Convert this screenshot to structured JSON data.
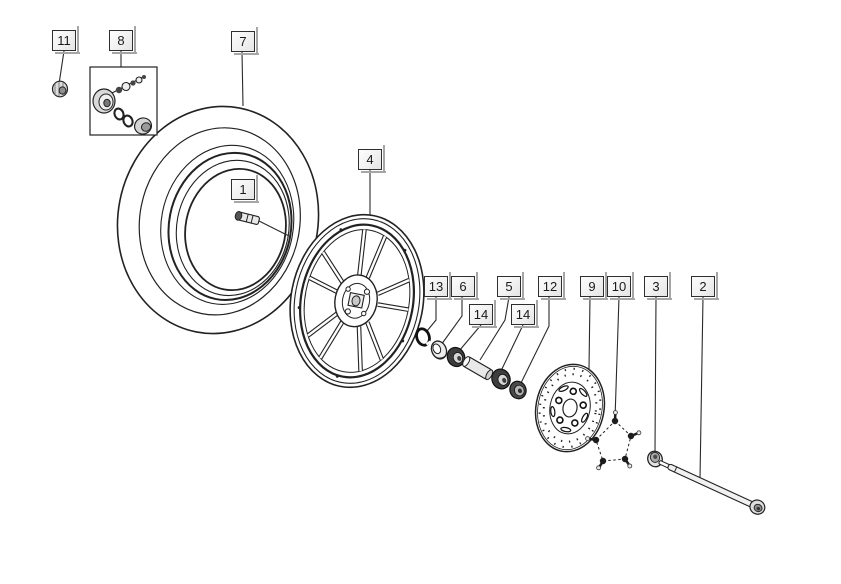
{
  "figure": {
    "colors": {
      "background": "#ffffff",
      "line": "#222222",
      "label_box_fill": "#f1f1f1",
      "label_box_border": "#2f2f2f",
      "label_box_shadow": "#a6a6a6"
    },
    "callouts": [
      {
        "label": "11"
      },
      {
        "label": "8"
      },
      {
        "label": "7"
      },
      {
        "label": "1"
      },
      {
        "label": "4"
      },
      {
        "label": "13"
      },
      {
        "label": "6"
      },
      {
        "label": "5"
      },
      {
        "label": "12"
      },
      {
        "label": "9"
      },
      {
        "label": "10"
      },
      {
        "label": "3"
      },
      {
        "label": "2"
      },
      {
        "label": "14"
      },
      {
        "label": "14"
      }
    ]
  }
}
